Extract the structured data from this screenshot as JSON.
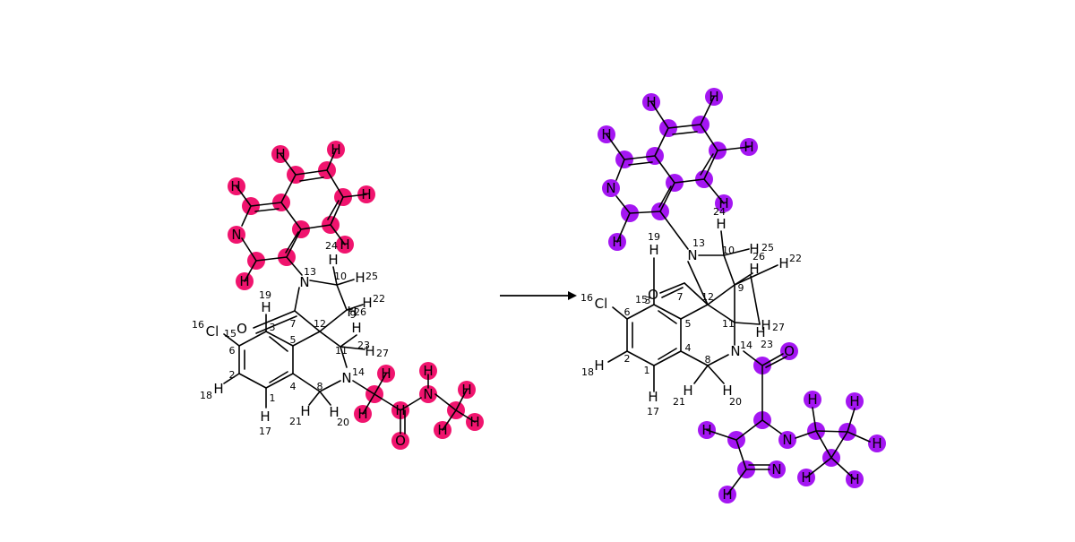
{
  "colors": {
    "reactant_highlight": "#f0146e",
    "product_highlight": "#a416f2",
    "bond": "#000000",
    "text": "#000000"
  },
  "reactant": {
    "labels": [
      {
        "id": "r_O",
        "text": "O"
      },
      {
        "id": "r_Cl",
        "text": "Cl"
      },
      {
        "id": "r_N13",
        "text": "N"
      },
      {
        "id": "r_N14",
        "text": "N"
      },
      {
        "id": "r_H19",
        "text": "H"
      },
      {
        "id": "r_H25",
        "text": "H"
      },
      {
        "id": "r_H10",
        "text": "H"
      },
      {
        "id": "r_H22",
        "text": "H"
      },
      {
        "id": "r_H26",
        "text": "H"
      },
      {
        "id": "r_H23",
        "text": "H"
      },
      {
        "id": "r_H27",
        "text": "H"
      },
      {
        "id": "r_H18",
        "text": "H"
      },
      {
        "id": "r_H17",
        "text": "H"
      },
      {
        "id": "r_H21",
        "text": "H"
      },
      {
        "id": "r_H20",
        "text": "H"
      },
      {
        "id": "r_iqN",
        "text": "N"
      },
      {
        "id": "r_iqH1",
        "text": "H"
      },
      {
        "id": "r_iqH2",
        "text": "H"
      },
      {
        "id": "r_iqH3",
        "text": "H"
      },
      {
        "id": "r_iqH4",
        "text": "H"
      },
      {
        "id": "r_iqH5",
        "text": "H"
      },
      {
        "id": "r_iqH6",
        "text": "H"
      },
      {
        "id": "r_amO",
        "text": "O"
      },
      {
        "id": "r_amN",
        "text": "N"
      },
      {
        "id": "r_amH1",
        "text": "H"
      },
      {
        "id": "r_amH2",
        "text": "H"
      },
      {
        "id": "r_amH3",
        "text": "H"
      },
      {
        "id": "r_amH4",
        "text": "H"
      },
      {
        "id": "r_amH5",
        "text": "H"
      },
      {
        "id": "r_amH6",
        "text": "H"
      },
      {
        "id": "r_amH7",
        "text": "H"
      }
    ],
    "numbers": [
      {
        "id": "rn16",
        "text": "16"
      },
      {
        "id": "rn15",
        "text": "15"
      },
      {
        "id": "rn6",
        "text": "6"
      },
      {
        "id": "rn2",
        "text": "2"
      },
      {
        "id": "rn18",
        "text": "18"
      },
      {
        "id": "rn1",
        "text": "1"
      },
      {
        "id": "rn17",
        "text": "17"
      },
      {
        "id": "rn4",
        "text": "4"
      },
      {
        "id": "rn5",
        "text": "5"
      },
      {
        "id": "rn3",
        "text": "3"
      },
      {
        "id": "rn19",
        "text": "19"
      },
      {
        "id": "rn7",
        "text": "7"
      },
      {
        "id": "rn12",
        "text": "12"
      },
      {
        "id": "rn13",
        "text": "13"
      },
      {
        "id": "rn10",
        "text": "10"
      },
      {
        "id": "rn25",
        "text": "25"
      },
      {
        "id": "rn22",
        "text": "22"
      },
      {
        "id": "rn26",
        "text": "26"
      },
      {
        "id": "rn9",
        "text": "9"
      },
      {
        "id": "rn11",
        "text": "11"
      },
      {
        "id": "rn23",
        "text": "23"
      },
      {
        "id": "rn27",
        "text": "27"
      },
      {
        "id": "rn14",
        "text": "14"
      },
      {
        "id": "rn8",
        "text": "8"
      },
      {
        "id": "rn21",
        "text": "21"
      },
      {
        "id": "rn20",
        "text": "20"
      },
      {
        "id": "rn24",
        "text": "24"
      }
    ]
  },
  "product": {
    "labels": [
      {
        "id": "p_O",
        "text": "O"
      },
      {
        "id": "p_Cl",
        "text": "Cl"
      },
      {
        "id": "p_N13",
        "text": "N"
      },
      {
        "id": "p_N14",
        "text": "N"
      },
      {
        "id": "p_H19",
        "text": "H"
      },
      {
        "id": "p_H24",
        "text": "H"
      },
      {
        "id": "p_H25",
        "text": "H"
      },
      {
        "id": "p_H22",
        "text": "H"
      },
      {
        "id": "p_H9",
        "text": "H"
      },
      {
        "id": "p_H11",
        "text": "H"
      },
      {
        "id": "p_H27",
        "text": "H"
      },
      {
        "id": "p_H18",
        "text": "H"
      },
      {
        "id": "p_H17",
        "text": "H"
      },
      {
        "id": "p_H21",
        "text": "H"
      },
      {
        "id": "p_H20",
        "text": "H"
      },
      {
        "id": "p_iqN",
        "text": "N"
      },
      {
        "id": "p_iqH1",
        "text": "H"
      },
      {
        "id": "p_iqH2",
        "text": "H"
      },
      {
        "id": "p_iqH3",
        "text": "H"
      },
      {
        "id": "p_iqH4",
        "text": "H"
      },
      {
        "id": "p_iqH5",
        "text": "H"
      },
      {
        "id": "p_iqH6",
        "text": "H"
      },
      {
        "id": "p_coO",
        "text": "O"
      },
      {
        "id": "p_pzN1",
        "text": "N"
      },
      {
        "id": "p_pzN2",
        "text": "N"
      },
      {
        "id": "p_pzH1",
        "text": "H"
      },
      {
        "id": "p_pzH2",
        "text": "H"
      },
      {
        "id": "p_cpH1",
        "text": "H"
      },
      {
        "id": "p_cpH2",
        "text": "H"
      },
      {
        "id": "p_cpH3",
        "text": "H"
      },
      {
        "id": "p_cpH4",
        "text": "H"
      },
      {
        "id": "p_cpH5",
        "text": "H"
      }
    ],
    "numbers": [
      {
        "id": "pn16",
        "text": "16"
      },
      {
        "id": "pn15",
        "text": "15"
      },
      {
        "id": "pn3",
        "text": "3"
      },
      {
        "id": "pn6",
        "text": "6"
      },
      {
        "id": "pn2",
        "text": "2"
      },
      {
        "id": "pn18",
        "text": "18"
      },
      {
        "id": "pn1",
        "text": "1"
      },
      {
        "id": "pn17",
        "text": "17"
      },
      {
        "id": "pn4",
        "text": "4"
      },
      {
        "id": "pn5",
        "text": "5"
      },
      {
        "id": "pn7",
        "text": "7"
      },
      {
        "id": "pn12",
        "text": "12"
      },
      {
        "id": "pn19",
        "text": "19"
      },
      {
        "id": "pn13",
        "text": "13"
      },
      {
        "id": "pn10",
        "text": "10"
      },
      {
        "id": "pn24",
        "text": "24"
      },
      {
        "id": "pn25",
        "text": "25"
      },
      {
        "id": "pn26",
        "text": "26"
      },
      {
        "id": "pn22",
        "text": "22"
      },
      {
        "id": "pn9",
        "text": "9"
      },
      {
        "id": "pn11",
        "text": "11"
      },
      {
        "id": "pn27",
        "text": "27"
      },
      {
        "id": "pn23",
        "text": "23"
      },
      {
        "id": "pn14",
        "text": "14"
      },
      {
        "id": "pn8",
        "text": "8"
      },
      {
        "id": "pn21",
        "text": "21"
      },
      {
        "id": "pn20",
        "text": "20"
      }
    ]
  }
}
